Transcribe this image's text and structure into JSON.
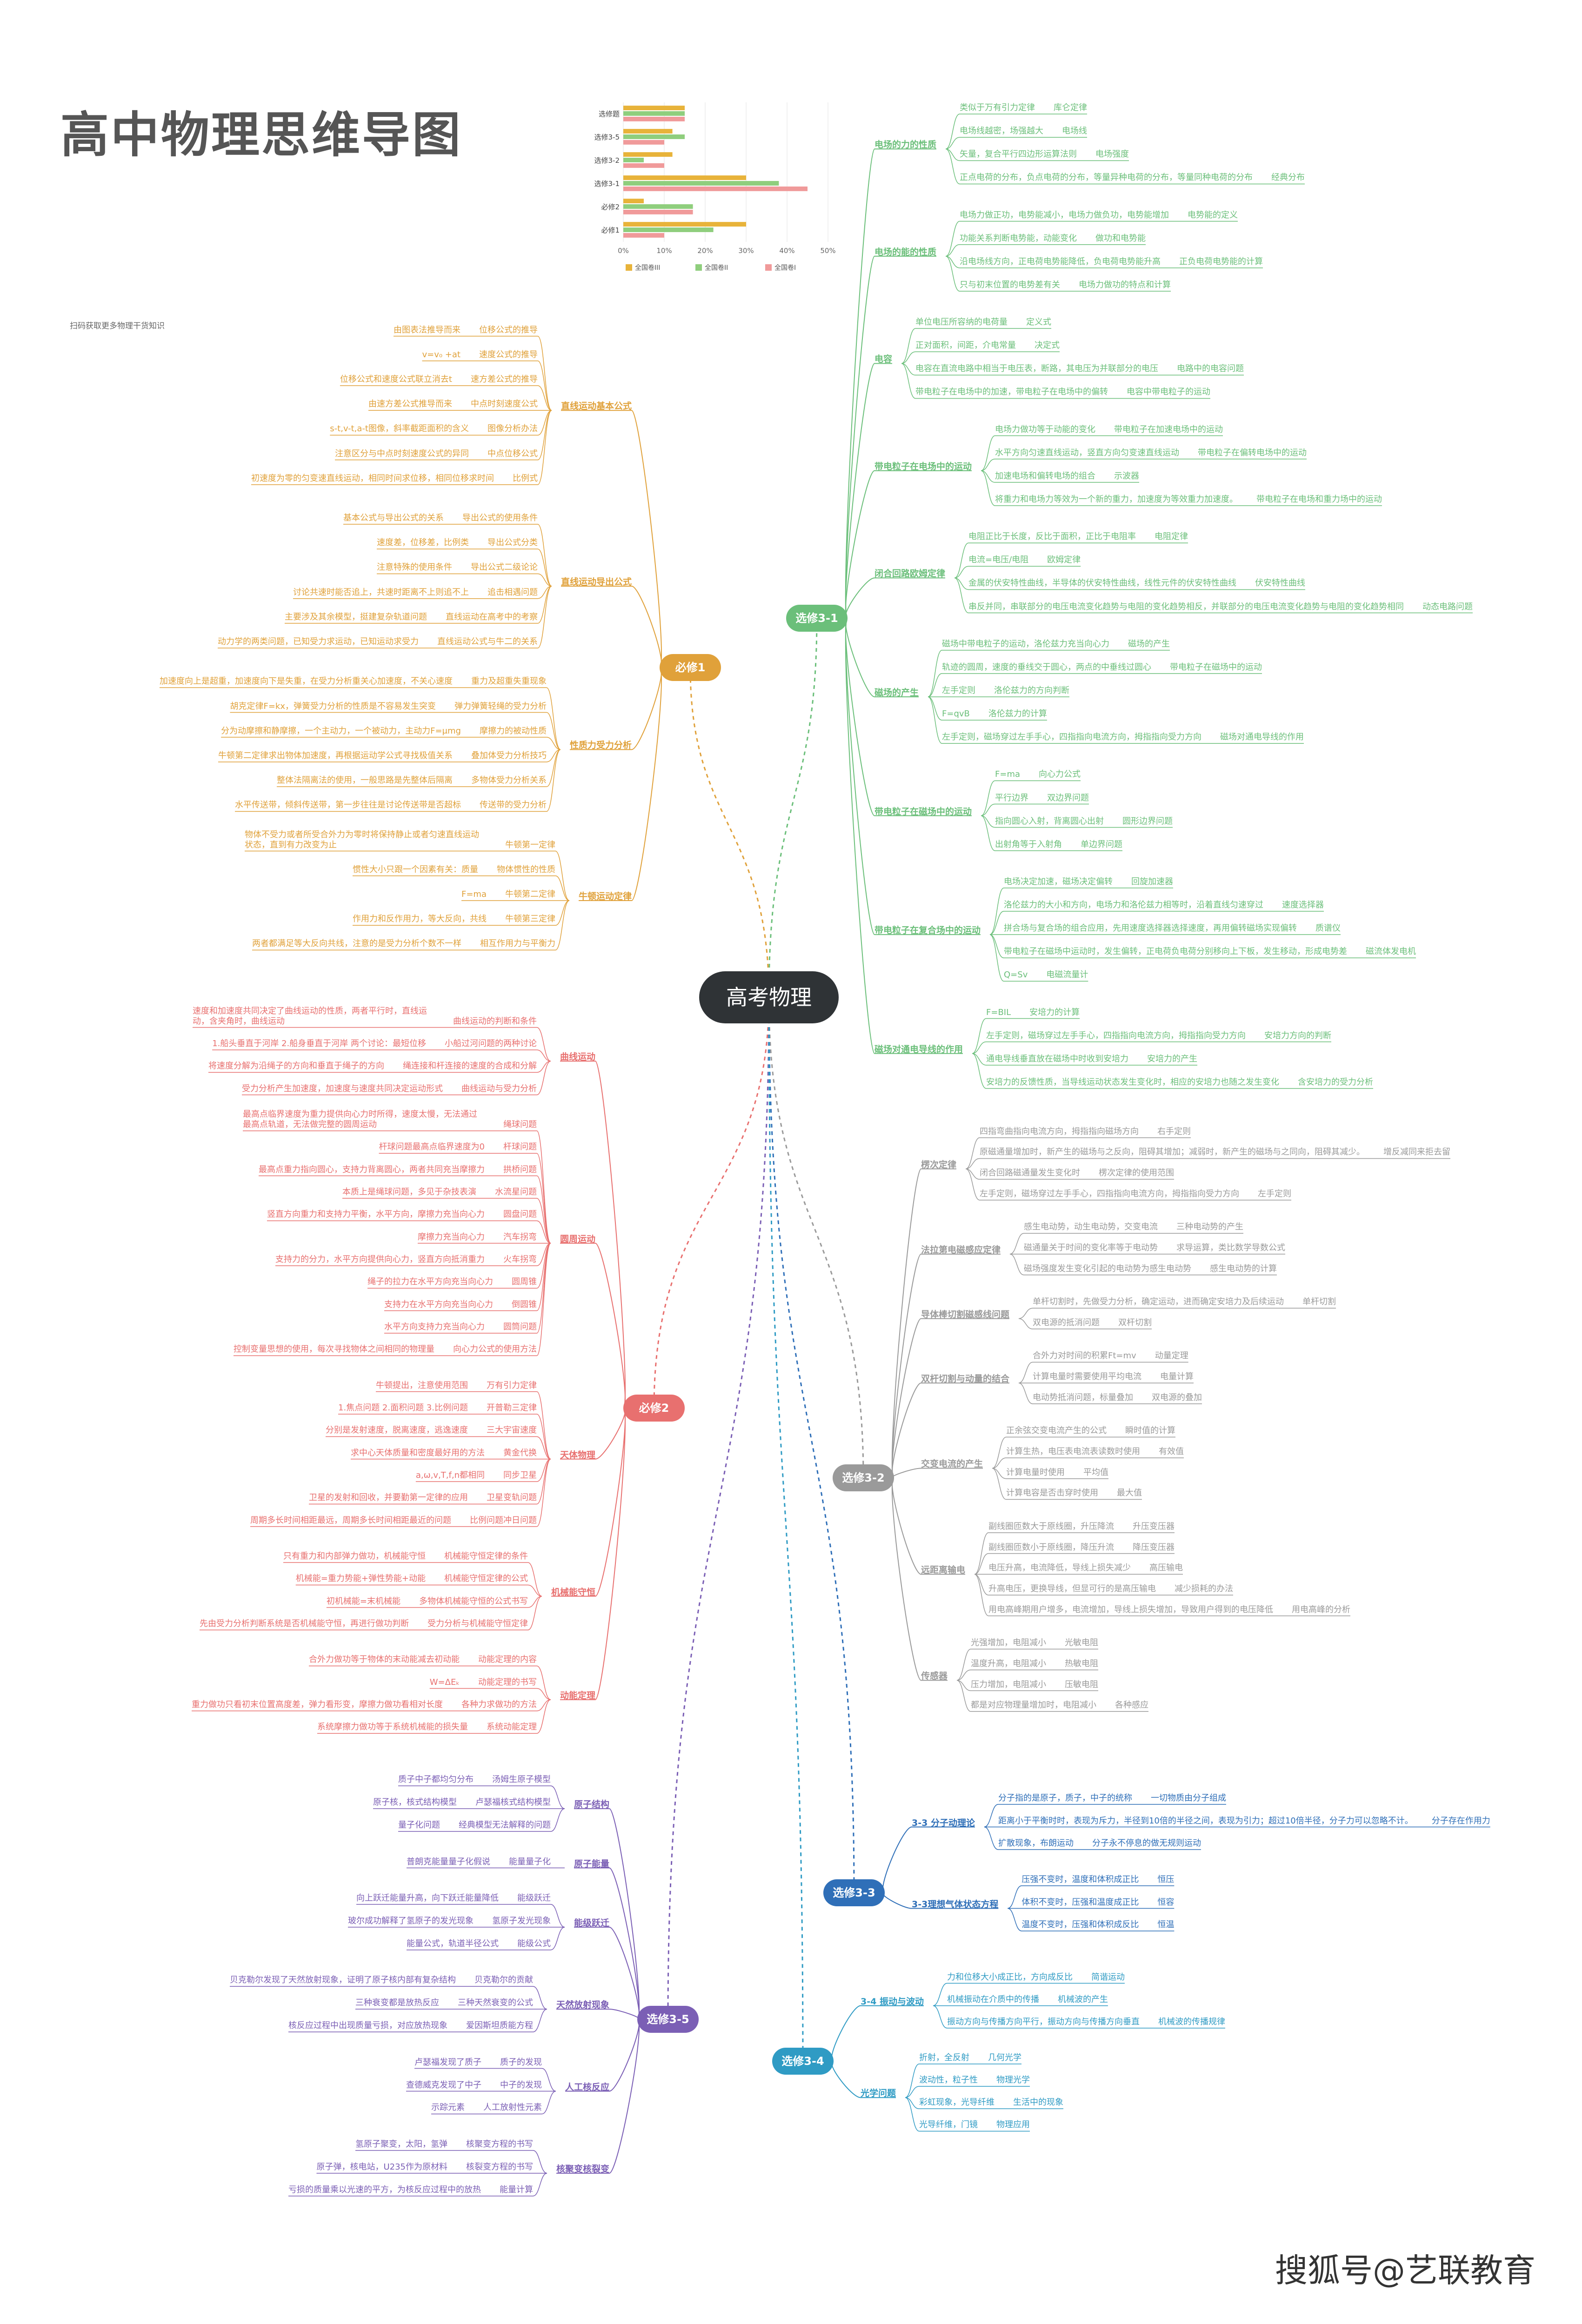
{
  "title": "高中物理思维导图",
  "subtitle": "扫码获取更多物理干货知识",
  "center": "高考物理",
  "watermark": "搜狐号@艺联教育",
  "colors": {
    "orange": "#e0a13a",
    "red": "#e8706f",
    "green": "#6bbf7a",
    "gray": "#9a9a9a",
    "blue": "#2f6fb8",
    "purple": "#7b5fb5",
    "teal": "#2f9bc4"
  },
  "chart_data": {
    "type": "bar",
    "orientation": "horizontal",
    "categories": [
      "选修题",
      "选修3-5",
      "选修3-2",
      "选修3-1",
      "必修2",
      "必修1"
    ],
    "series": [
      {
        "name": "全国卷III",
        "color": "#e8b33a",
        "values": [
          15,
          12,
          12,
          30,
          5,
          30
        ]
      },
      {
        "name": "全国卷II",
        "color": "#8fce7d",
        "values": [
          15,
          15,
          5,
          38,
          17,
          22
        ]
      },
      {
        "name": "全国卷I",
        "color": "#f09a9a",
        "values": [
          15,
          10,
          10,
          45,
          17,
          10
        ]
      }
    ],
    "xticks": [
      "0%",
      "10%",
      "20%",
      "30%",
      "40%",
      "50%"
    ],
    "xlim": [
      0,
      50
    ],
    "grid": true,
    "legend_position": "bottom"
  },
  "branches": [
    {
      "label": "必修1",
      "color": "#e0a13a",
      "subs": [
        {
          "label": "直线运动基本公式",
          "leaves": [
            [
              "由图表法推导而来",
              "位移公式的推导"
            ],
            [
              "v=v₀ +at",
              "速度公式的推导"
            ],
            [
              "位移公式和速度公式联立消去t",
              "速方差公式的推导"
            ],
            [
              "由速方差公式推导而来",
              "中点时刻速度公式"
            ],
            [
              "s-t,v-t,a-t图像，斜率截距面积的含义",
              "图像分析办法"
            ],
            [
              "注意区分与中点时刻速度公式的异同",
              "中点位移公式"
            ],
            [
              "初速度为零的匀变速直线运动，相同时间求位移，相同位移求时间",
              "比例式"
            ]
          ]
        },
        {
          "label": "直线运动导出公式",
          "leaves": [
            [
              "基本公式与导出公式的关系",
              "导出公式的使用条件"
            ],
            [
              "速度差，位移差，比例类",
              "导出公式分类"
            ],
            [
              "注意特殊的使用条件",
              "导出公式二级论论"
            ],
            [
              "讨论共速时能否追上，共速时距离不上则追不上",
              "追击相遇问题"
            ],
            [
              "主要涉及其余模型，挺建复杂轨道问题",
              "直线运动在高考中的考察"
            ],
            [
              "动力学的两类问题，已知受力求运动，已知运动求受力",
              "直线运动公式与牛二的关系"
            ]
          ]
        },
        {
          "label": "性质力受力分析",
          "leaves": [
            [
              "加速度向上是超重，加速度向下是失重，在受力分析重关心加速度，不关心速度",
              "重力及超重失重现象"
            ],
            [
              "胡克定律F=kx，弹簧受力分析的性质是不容易发生突变",
              "弹力弹簧轻绳的受力分析"
            ],
            [
              "分为动摩擦和静摩擦，一个主动力，一个被动力，主动力F=μmg",
              "摩擦力的被动性质"
            ],
            [
              "牛顿第二定律求出物体加速度，再根据运动学公式寻找极值关系",
              "叠加体受力分析技巧"
            ],
            [
              "整体法隔离法的使用，一般思路是先整体后隔离",
              "多物体受力分析关系"
            ],
            [
              "水平传送带，倾斜传送带，第一步往往是讨论传送带是否超标",
              "传送带的受力分析"
            ]
          ]
        },
        {
          "label": "牛顿运动定律",
          "leaves": [
            [
              "物体不受力或者所受合外力为零时将保持静止或者匀速直线运动状态，直到有力改变为止",
              "牛顿第一定律"
            ],
            [
              "惯性大小只跟一个因素有关：质量",
              "物体惯性的性质"
            ],
            [
              "F=ma",
              "牛顿第二定律"
            ],
            [
              "作用力和反作用力，等大反向，共线",
              "牛顿第三定律"
            ],
            [
              "两者都满足等大反向共线，注意的是受力分析个数不一样",
              "相互作用力与平衡力"
            ]
          ]
        }
      ]
    },
    {
      "label": "必修2",
      "color": "#e8706f",
      "subs": [
        {
          "label": "曲线运动",
          "leaves": [
            [
              "速度和加速度共同决定了曲线运动的性质，两者平行时，直线运动，含夹角时，曲线运动",
              "曲线运动的判断和条件"
            ],
            [
              "1.船头垂直于河岸 2.船身垂直于河岸 两个讨论：最短位移",
              "小船过河问题的两种讨论"
            ],
            [
              "将速度分解为沿绳子的方向和垂直于绳子的方向",
              "绳连接和杆连接的速度的合成和分解"
            ],
            [
              "受力分析产生加速度，加速度与速度共同决定运动形式",
              "曲线运动与受力分析"
            ]
          ]
        },
        {
          "label": "圆周运动",
          "leaves": [
            [
              "最高点临界速度为重力提供向心力时所得，速度太慢，无法通过最高点轨道，无法做完整的圆周运动",
              "绳球问题"
            ],
            [
              "杆球问题最高点临界速度为0",
              "杆球问题"
            ],
            [
              "最高点重力指向圆心，支持力背离圆心，两者共同充当摩擦力",
              "拱桥问题"
            ],
            [
              "本质上是绳球问题，多见于杂技表演",
              "水流星问题"
            ],
            [
              "竖直方向重力和支持力平衡，水平方向，摩擦力充当向心力",
              "圆盘问题"
            ],
            [
              "摩擦力充当向心力",
              "汽车拐弯"
            ],
            [
              "支持力的分力，水平方向提供向心力，竖直方向抵消重力",
              "火车拐弯"
            ],
            [
              "绳子的拉力在水平方向充当向心力",
              "圆周锥"
            ],
            [
              "支持力在水平方向充当向心力",
              "倒圆锥"
            ],
            [
              "水平方向支持力充当向心力",
              "圆筒问题"
            ],
            [
              "控制变量思想的使用，每次寻找物体之间相同的物理量",
              "向心力公式的使用方法"
            ]
          ]
        },
        {
          "label": "天体物理",
          "leaves": [
            [
              "牛顿提出，注意使用范围",
              "万有引力定律"
            ],
            [
              "1.焦点问题 2.面积问题 3.比例问题",
              "开普勒三定律"
            ],
            [
              "分别是发射速度，脱离速度，逃逸速度",
              "三大宇宙速度"
            ],
            [
              "求中心天体质量和密度最好用的方法",
              "黄金代换"
            ],
            [
              "a,ω,v,T,f,n都相同",
              "同步卫星"
            ],
            [
              "卫星的发射和回收，并要勤第一定律的应用",
              "卫星变轨问题"
            ],
            [
              "周期多长时间相距最远，周期多长时间相距最近的问题",
              "比例问题冲日问题"
            ]
          ]
        },
        {
          "label": "机械能守恒",
          "leaves": [
            [
              "只有重力和内部弹力做功，机械能守恒",
              "机械能守恒定律的条件"
            ],
            [
              "机械能=重力势能+弹性势能+动能",
              "机械能守恒定律的公式"
            ],
            [
              "初机械能=末机械能",
              "多物体机械能守恒的公式书写"
            ],
            [
              "先由受力分析判断系统是否机械能守恒，再进行做功判断",
              "受力分析与机械能守恒定律"
            ]
          ]
        },
        {
          "label": "动能定理",
          "leaves": [
            [
              "合外力做功等于物体的末动能减去初动能",
              "动能定理的内容"
            ],
            [
              "W=ΔEₖ",
              "动能定理的书写"
            ],
            [
              "重力做功只看初末位置高度差，弹力看形变，摩擦力做功看相对长度",
              "各种力求做功的方法"
            ],
            [
              "系统摩擦力做功等于系统机械能的损失量",
              "系统动能定理"
            ]
          ]
        }
      ]
    },
    {
      "label": "选修3-5",
      "color": "#7b5fb5",
      "subs": [
        {
          "label": "原子结构",
          "leaves": [
            [
              "质子中子都均匀分布",
              "汤姆生原子模型"
            ],
            [
              "原子核，核式结构模型",
              "卢瑟福核式结构模型"
            ],
            [
              "量子化问题",
              "经典模型无法解释的问题"
            ]
          ]
        },
        {
          "label": "原子能量",
          "leaves": [
            [
              "普朗克能量量子化假说",
              "能量量子化"
            ]
          ]
        },
        {
          "label": "能级跃迁",
          "leaves": [
            [
              "向上跃迁能量升高，向下跃迁能量降低",
              "能级跃迁"
            ],
            [
              "玻尔成功解释了氢原子的发光现象",
              "氢原子发光现象"
            ],
            [
              "能量公式，轨道半径公式",
              "能级公式"
            ]
          ]
        },
        {
          "label": "天然放射现象",
          "leaves": [
            [
              "贝克勒尔发现了天然放射现象，证明了原子核内部有复杂结构",
              "贝克勒尔的贡献"
            ],
            [
              "三种衰变都是放热反应",
              "三种天然衰变的公式"
            ],
            [
              "核反应过程中出现质量亏损，对应放热现象",
              "爱因斯坦质能方程"
            ]
          ]
        },
        {
          "label": "人工核反应",
          "leaves": [
            [
              "卢瑟福发现了质子",
              "质子的发现"
            ],
            [
              "查德威克发现了中子",
              "中子的发现"
            ],
            [
              "示踪元素",
              "人工放射性元素"
            ]
          ]
        },
        {
          "label": "核聚变核裂变",
          "leaves": [
            [
              "氢原子聚变，太阳，氢弹",
              "核聚变方程的书写"
            ],
            [
              "原子弹，核电站，U235作为原材料",
              "核裂变方程的书写"
            ],
            [
              "亏损的质量乘以光速的平方，为核反应过程中的放热",
              "能量计算"
            ]
          ]
        }
      ]
    },
    {
      "label": "选修3-1",
      "color": "#6bbf7a",
      "subs": [
        {
          "label": "电场的力的性质",
          "leaves": [
            [
              "库仑定律",
              "类似于万有引力定律"
            ],
            [
              "电场线",
              "电场线越密，场强越大"
            ],
            [
              "电场强度",
              "矢量，复合平行四边形运算法则"
            ],
            [
              "经典分布",
              "正点电荷的分布，负点电荷的分布，等量异种电荷的分布，等量同种电荷的分布"
            ]
          ]
        },
        {
          "label": "电场的能的性质",
          "leaves": [
            [
              "电势能的定义",
              "电场力做正功，电势能减小，电场力做负功，电势能增加"
            ],
            [
              "做功和电势能",
              "功能关系判断电势能，动能变化"
            ],
            [
              "正负电荷电势能的计算",
              "沿电场线方向，正电荷电势能降低，负电荷电势能升高"
            ],
            [
              "电场力做功的特点和计算",
              "只与初末位置的电势差有关"
            ]
          ]
        },
        {
          "label": "电容",
          "leaves": [
            [
              "定义式",
              "单位电压所容纳的电荷量"
            ],
            [
              "决定式",
              "正对面积，间距，介电常量"
            ],
            [
              "电路中的电容问题",
              "电容在直流电路中相当于电压表，断路，其电压为并联部分的电压"
            ],
            [
              "电容中带电粒子的运动",
              "带电粒子在电场中的加速，带电粒子在电场中的偏转"
            ]
          ]
        },
        {
          "label": "带电粒子在电场中的运动",
          "leaves": [
            [
              "带电粒子在加速电场中的运动",
              "电场力做功等于动能的变化"
            ],
            [
              "带电粒子在偏转电场中的运动",
              "水平方向匀速直线运动，竖直方向匀变速直线运动"
            ],
            [
              "示波器",
              "加速电场和偏转电场的组合"
            ],
            [
              "带电粒子在电场和重力场中的运动",
              "将重力和电场力等效为一个新的重力，加速度为等效重力加速度。"
            ]
          ]
        },
        {
          "label": "闭合回路欧姆定律",
          "leaves": [
            [
              "电阻定律",
              "电阻正比于长度，反比于面积，正比于电阻率"
            ],
            [
              "欧姆定律",
              "电流=电压/电阻"
            ],
            [
              "伏安特性曲线",
              "金属的伏安特性曲线，半导体的伏安特性曲线，线性元件的伏安特性曲线"
            ],
            [
              "动态电路问题",
              "串反并同，串联部分的电压电流变化趋势与电阻的变化趋势相反，并联部分的电压电流变化趋势与电阻的变化趋势相同"
            ]
          ]
        },
        {
          "label": "磁场的产生",
          "leaves": [
            [
              "磁场的产生",
              "磁场中带电粒子的运动，洛伦兹力充当向心力"
            ],
            [
              "带电粒子在磁场中的运动",
              "轨迹的圆周，速度的垂线交于圆心，两点的中垂线过圆心"
            ],
            [
              "洛伦兹力的方向判断",
              "左手定则"
            ],
            [
              "洛伦兹力的计算",
              "F=qvB"
            ],
            [
              "磁场对通电导线的作用",
              "左手定则，磁场穿过左手手心，四指指向电流方向，拇指指向受力方向"
            ]
          ]
        },
        {
          "label": "带电粒子在磁场中的运动",
          "leaves": [
            [
              "向心力公式",
              "F=ma"
            ],
            [
              "双边界问题",
              "平行边界"
            ],
            [
              "圆形边界问题",
              "指向圆心入射，背离圆心出射"
            ],
            [
              "单边界问题",
              "出射角等于入射角"
            ]
          ]
        },
        {
          "label": "带电粒子在复合场中的运动",
          "leaves": [
            [
              "回旋加速器",
              "电场决定加速，磁场决定偏转"
            ],
            [
              "速度选择器",
              "洛伦兹力的大小和方向，电场力和洛伦兹力相等时，沿着直线匀速穿过"
            ],
            [
              "质谱仪",
              "拼合场与复合场的组合应用，先用速度选择器选择速度，再用偏转磁场实现偏转"
            ],
            [
              "磁流体发电机",
              "带电粒子在磁场中运动时，发生偏转，正电荷负电荷分别移向上下板，发生移动，形成电势差"
            ],
            [
              "电磁流量计",
              "Q=Sv"
            ]
          ]
        },
        {
          "label": "磁场对通电导线的作用",
          "leaves": [
            [
              "安培力的计算",
              "F=BIL"
            ],
            [
              "安培力方向的判断",
              "左手定则，磁场穿过左手手心，四指指向电流方向，拇指指向受力方向"
            ],
            [
              "安培力的产生",
              "通电导线垂直放在磁场中时收到安培力"
            ],
            [
              "含安培力的受力分析",
              "安培力的反馈性质，当导线运动状态发生变化时，相应的安培力也随之发生变化"
            ]
          ]
        }
      ]
    },
    {
      "label": "选修3-2",
      "color": "#9a9a9a",
      "subs": [
        {
          "label": "楞次定律",
          "leaves": [
            [
              "右手定则",
              "四指弯曲指向电流方向，拇指指向磁场方向"
            ],
            [
              "增反减同来拒去留",
              "原磁通量增加时，新产生的磁场与之反向，阻碍其增加；减弱时，新产生的磁场与之同向，阻碍其减少。"
            ],
            [
              "楞次定律的使用范围",
              "闭合回路磁通量发生变化时"
            ],
            [
              "左手定则",
              "左手定则，磁场穿过左手手心，四指指向电流方向，拇指指向受力方向"
            ]
          ]
        },
        {
          "label": "法拉第电磁感应定律",
          "leaves": [
            [
              "三种电动势的产生",
              "感生电动势，动生电动势，交变电流"
            ],
            [
              "求导运算，类比数学导数公式",
              "磁通量关于时间的变化率等于电动势"
            ],
            [
              "感生电动势的计算",
              "磁场强度发生变化引起的电动势为感生电动势"
            ]
          ]
        },
        {
          "label": "导体棒切割磁感线问题",
          "leaves": [
            [
              "单杆切割",
              "单杆切割时，先做受力分析，确定运动，进而确定安培力及后续运动"
            ],
            [
              "双杆切割",
              "双电源的抵消问题"
            ]
          ]
        },
        {
          "label": "双杆切割与动量的结合",
          "leaves": [
            [
              "动量定理",
              "合外力对时间的积累Ft=mv"
            ],
            [
              "电量计算",
              "计算电量时需要使用平均电流"
            ],
            [
              "双电源的叠加",
              "电动势抵消问题，标量叠加"
            ]
          ]
        },
        {
          "label": "交变电流的产生",
          "leaves": [
            [
              "瞬时值的计算",
              "正余弦交变电流产生的公式"
            ],
            [
              "有效值",
              "计算生热，电压表电流表读数时使用"
            ],
            [
              "平均值",
              "计算电量时使用"
            ],
            [
              "最大值",
              "计算电容是否击穿时使用"
            ]
          ]
        },
        {
          "label": "远距离输电",
          "leaves": [
            [
              "升压变压器",
              "副线圈匝数大于原线圈，升压降流"
            ],
            [
              "降压变压器",
              "副线圈匝数小于原线圈，降压升流"
            ],
            [
              "高压输电",
              "电压升高，电流降低，导线上损失减少"
            ],
            [
              "减少损耗的办法",
              "升高电压，更换导线，但显可行的是高压输电"
            ],
            [
              "用电高峰的分析",
              "用电高峰期用户增多，电流增加，导线上损失增加，导致用户得到的电压降低"
            ]
          ]
        },
        {
          "label": "传感器",
          "leaves": [
            [
              "光敏电阻",
              "光强增加，电阻减小"
            ],
            [
              "热敏电阻",
              "温度升高，电阻减小"
            ],
            [
              "压敏电阻",
              "压力增加，电阻减小"
            ],
            [
              "各种感应",
              "都是对应物理量增加时，电阻减小"
            ]
          ]
        }
      ]
    },
    {
      "label": "选修3-3",
      "color": "#2f6fb8",
      "subs": [
        {
          "label": "3-3 分子动理论",
          "leaves": [
            [
              "一切物质由分子组成",
              "分子指的是原子，质子，中子的统称"
            ],
            [
              "分子存在作用力",
              "距离小于平衡时时，表现为斥力，半径到10倍的半径之间，表现为引力；超过10倍半径，分子力可以忽略不计。"
            ],
            [
              "分子永不停息的做无规则运动",
              "扩散现象，布朗运动"
            ]
          ]
        },
        {
          "label": "3-3理想气体状态方程",
          "leaves": [
            [
              "恒压",
              "压强不变时，温度和体积成正比"
            ],
            [
              "恒容",
              "体积不变时，压强和温度成正比"
            ],
            [
              "恒温",
              "温度不变时，压强和体积成反比"
            ]
          ]
        }
      ]
    },
    {
      "label": "选修3-4",
      "color": "#2f9bc4",
      "subs": [
        {
          "label": "3-4 振动与波动",
          "leaves": [
            [
              "简谐运动",
              "力和位移大小成正比，方向成反比"
            ],
            [
              "机械波的产生",
              "机械振动在介质中的传播"
            ],
            [
              "机械波的传播规律",
              "振动方向与传播方向平行，振动方向与传播方向垂直"
            ]
          ]
        },
        {
          "label": "光学问题",
          "leaves": [
            [
              "几何光学",
              "折射，全反射"
            ],
            [
              "物理光学",
              "波动性，粒子性"
            ],
            [
              "生活中的现象",
              "彩虹现象，光导纤维"
            ],
            [
              "物理应用",
              "光导纤维，门镜"
            ]
          ]
        }
      ]
    }
  ]
}
